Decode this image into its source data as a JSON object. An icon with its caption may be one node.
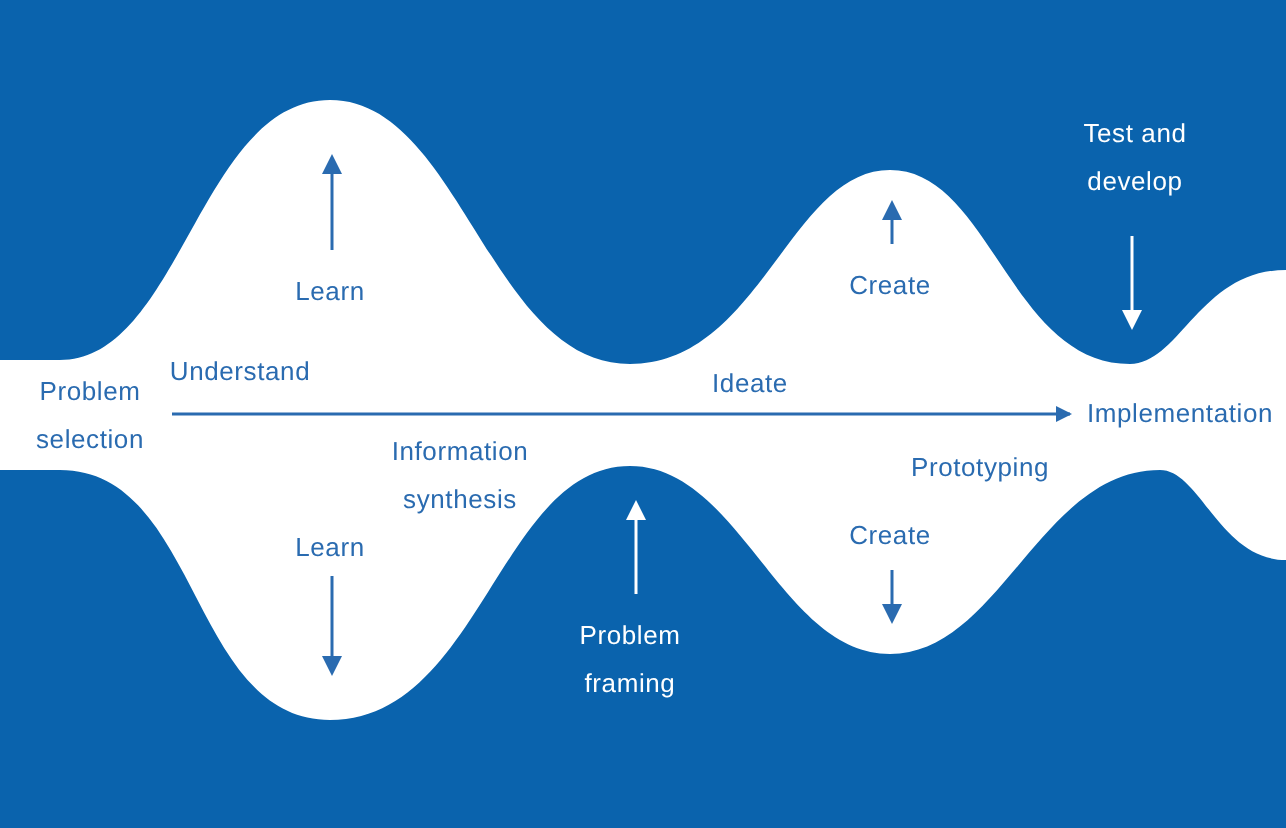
{
  "diagram": {
    "nodes": [
      {
        "text": [
          "Problem selection"
        ]
      },
      {
        "text": [
          "Implementation"
        ]
      }
    ],
    "edges": [
      {
        "from": 0,
        "to": 1,
        "arrow": "to"
      }
    ],
    "labels": [
      "Test and develop",
      "Learn",
      "Create",
      "Understand",
      "Ideate",
      "Information synthesis",
      "Prototyping",
      "Learn",
      "Create",
      "Problem framing"
    ]
  }
}
